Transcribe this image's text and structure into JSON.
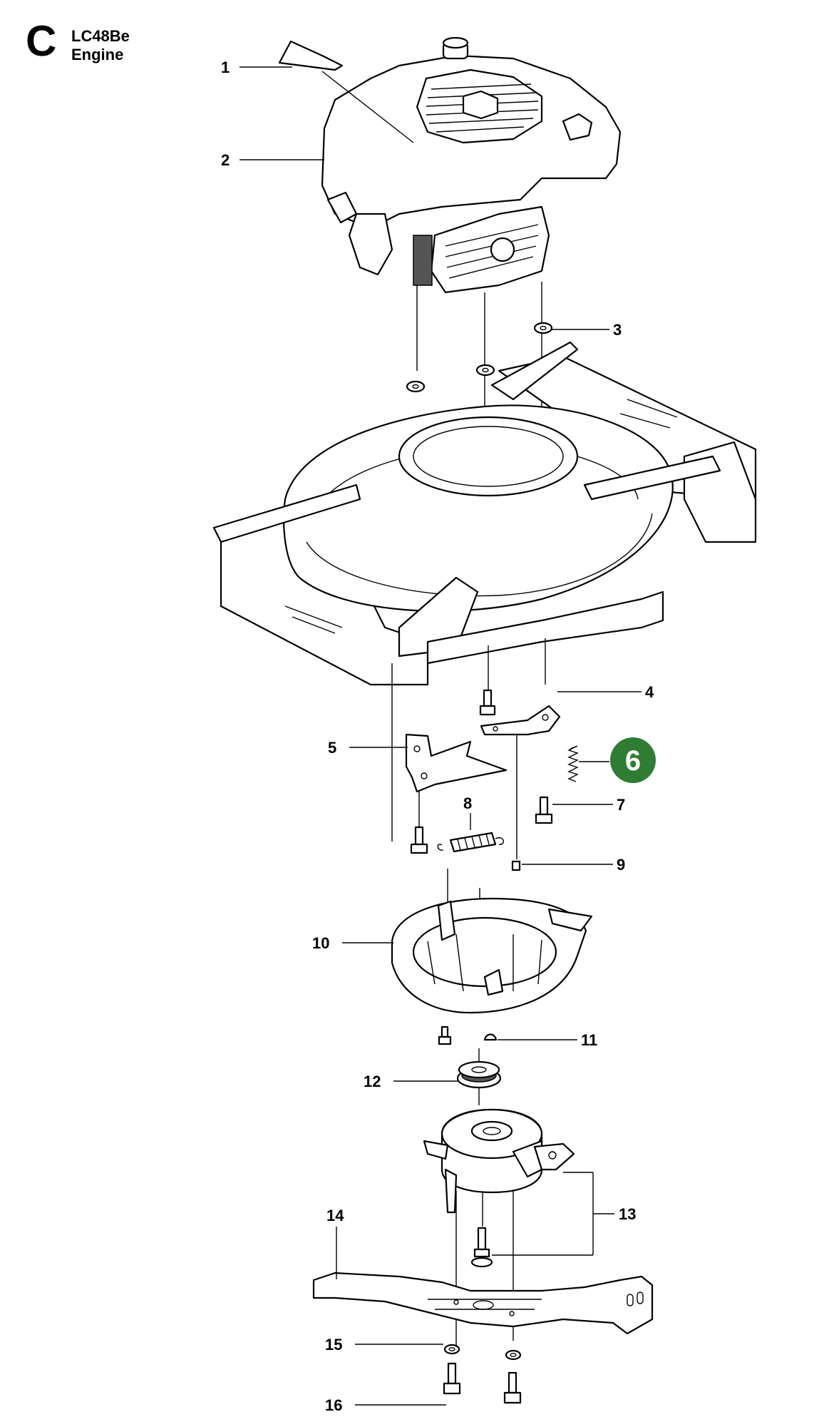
{
  "header": {
    "section_letter": "C",
    "model": "LC48Be",
    "group": "Engine"
  },
  "callouts": {
    "p1": "1",
    "p2": "2",
    "p3": "3",
    "p4": "4",
    "p5": "5",
    "p6": "6",
    "p7": "7",
    "p8": "8",
    "p9": "9",
    "p10": "10",
    "p11": "11",
    "p12": "12",
    "p13": "13",
    "p14": "14",
    "p15": "15",
    "p16": "16"
  },
  "highlight": {
    "part": "6",
    "color": "#2e7d32"
  }
}
